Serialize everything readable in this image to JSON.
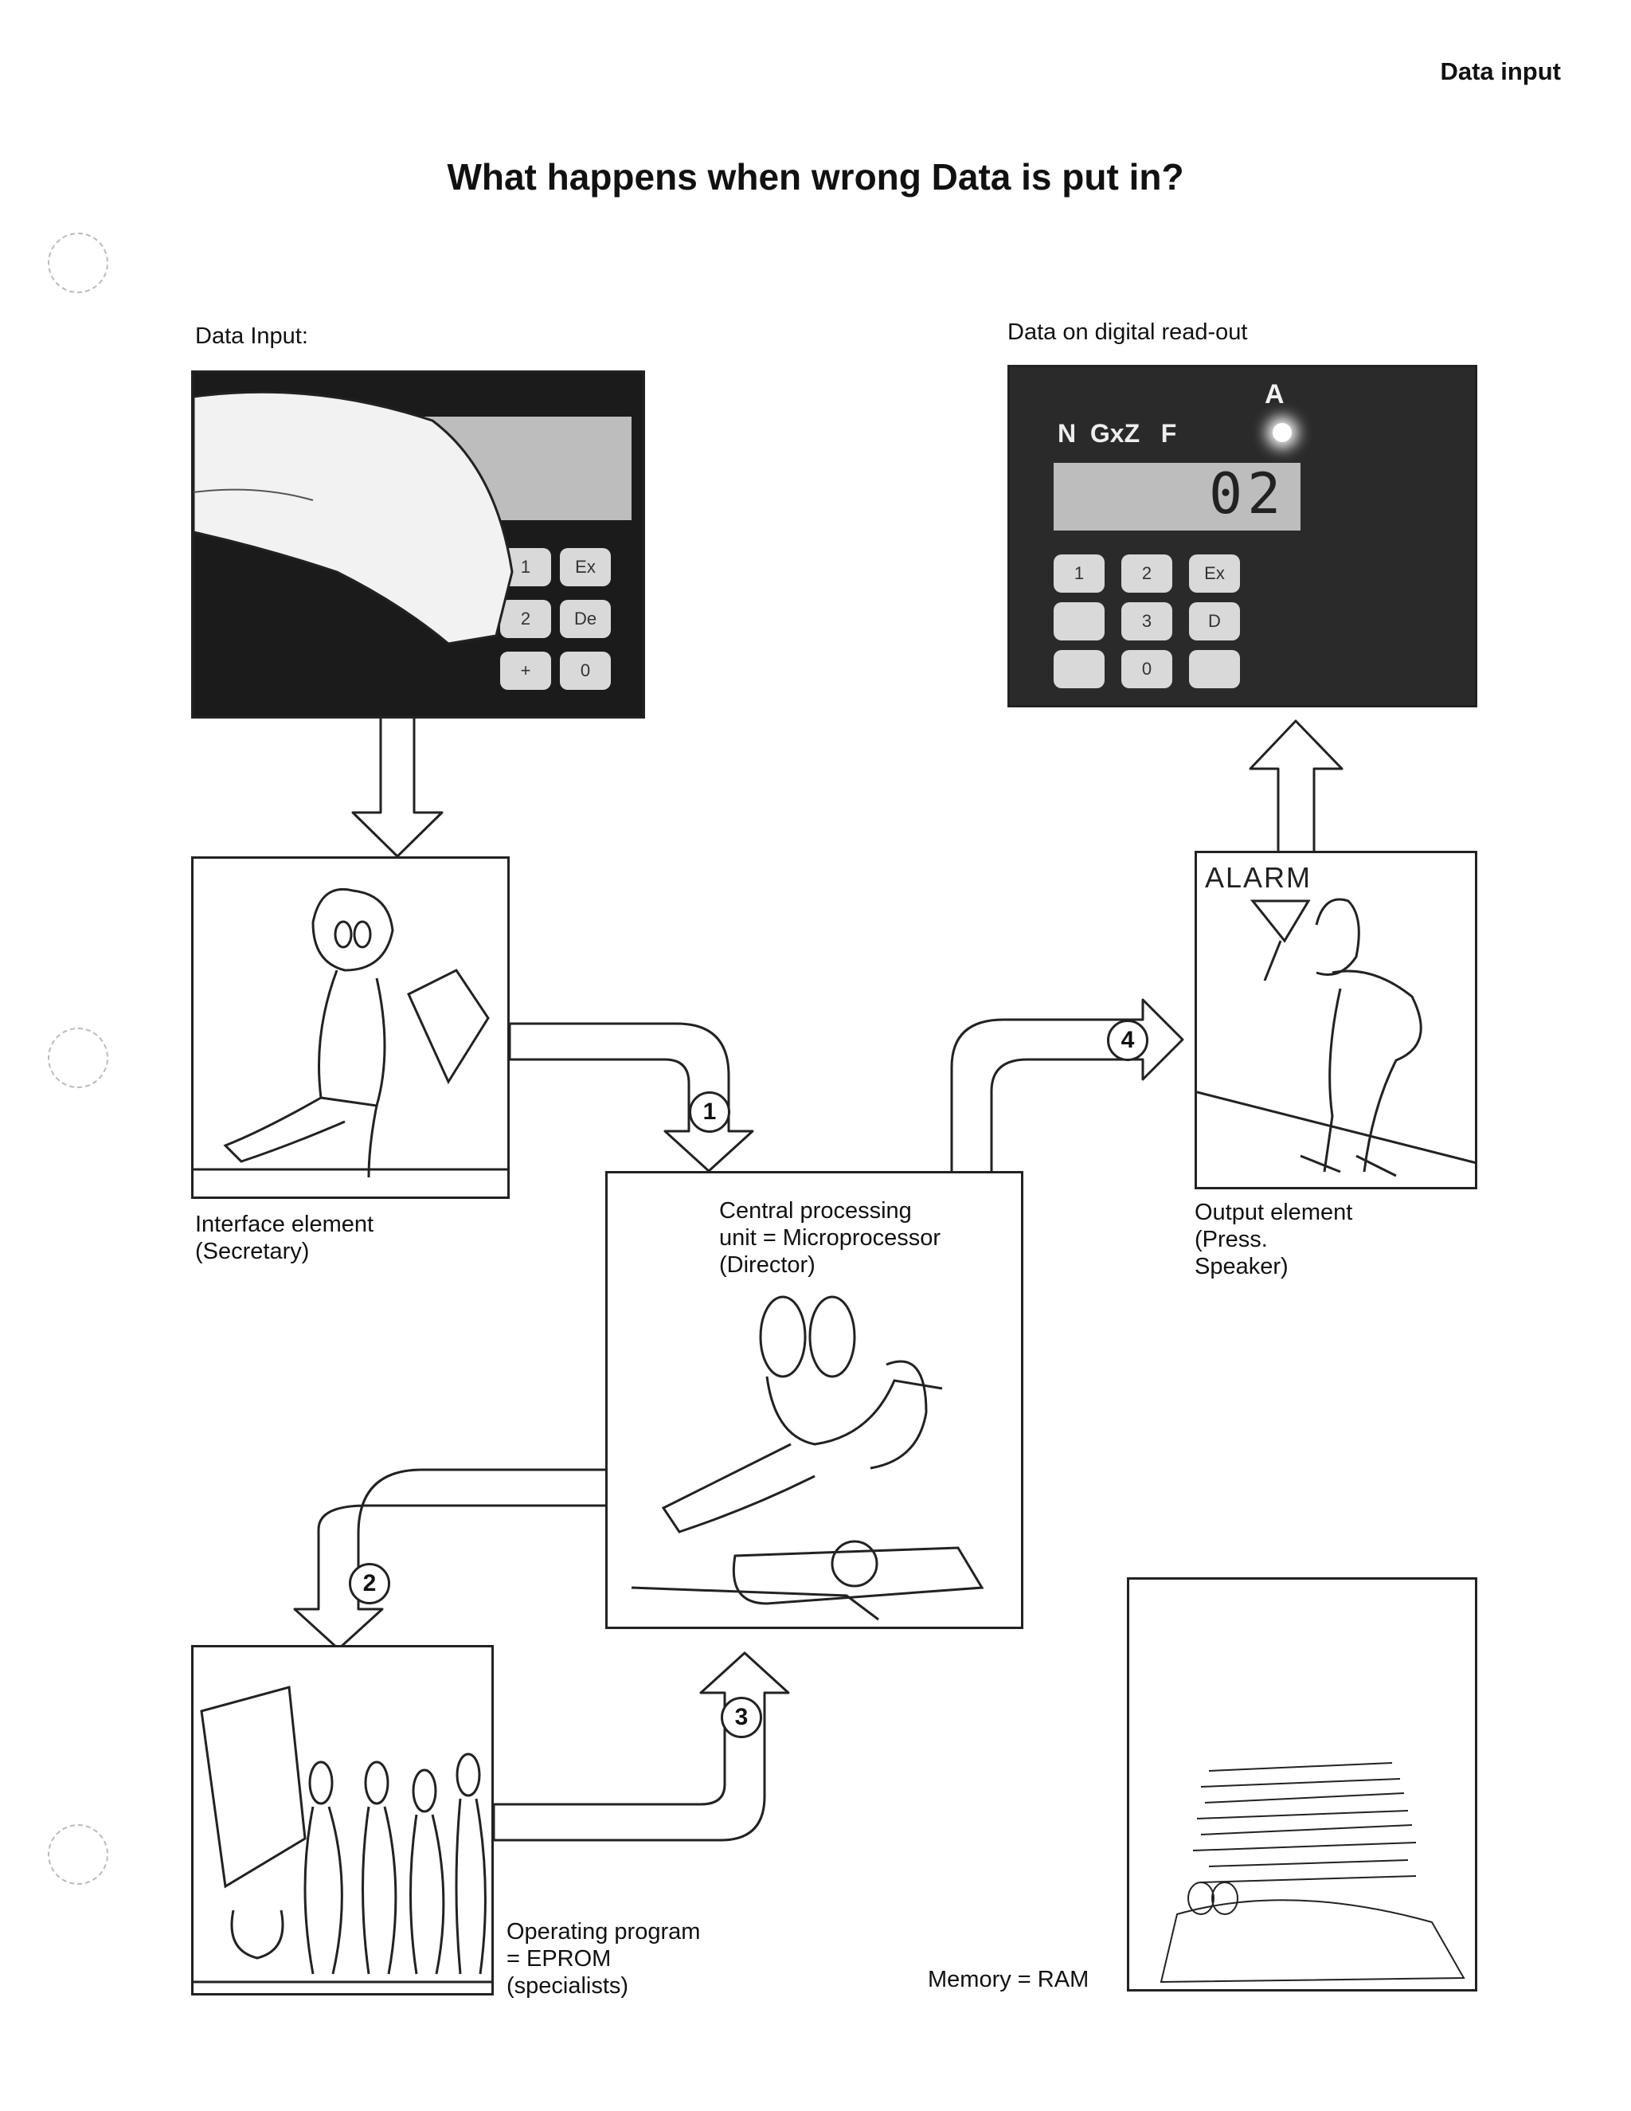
{
  "header": {
    "section": "Data input",
    "title": "What happens when wrong Data is put in?"
  },
  "panels": {
    "data_input": {
      "caption": "Data Input:"
    },
    "readout": {
      "caption": "Data on digital read-out",
      "lamp_letter": "A",
      "axis_letters": "N  GxZ   F",
      "display_value": "02",
      "keys": [
        "1",
        "2",
        "Ex",
        "",
        "3",
        "D",
        "",
        "0",
        ""
      ]
    },
    "interface": {
      "caption": "Interface element\n(Secretary)"
    },
    "cpu": {
      "caption": "Central processing\nunit = Microprocessor\n(Director)"
    },
    "output": {
      "caption": "Output element\n(Press.\nSpeaker)",
      "sign": "ALARM"
    },
    "program": {
      "caption": "Operating program\n= EPROM\n(specialists)"
    },
    "memory": {
      "caption": "Memory = RAM"
    }
  },
  "input_keys": [
    "1",
    "Ex",
    "2",
    "De",
    "+",
    "0"
  ],
  "flow_steps": [
    "1",
    "2",
    "3",
    "4"
  ]
}
